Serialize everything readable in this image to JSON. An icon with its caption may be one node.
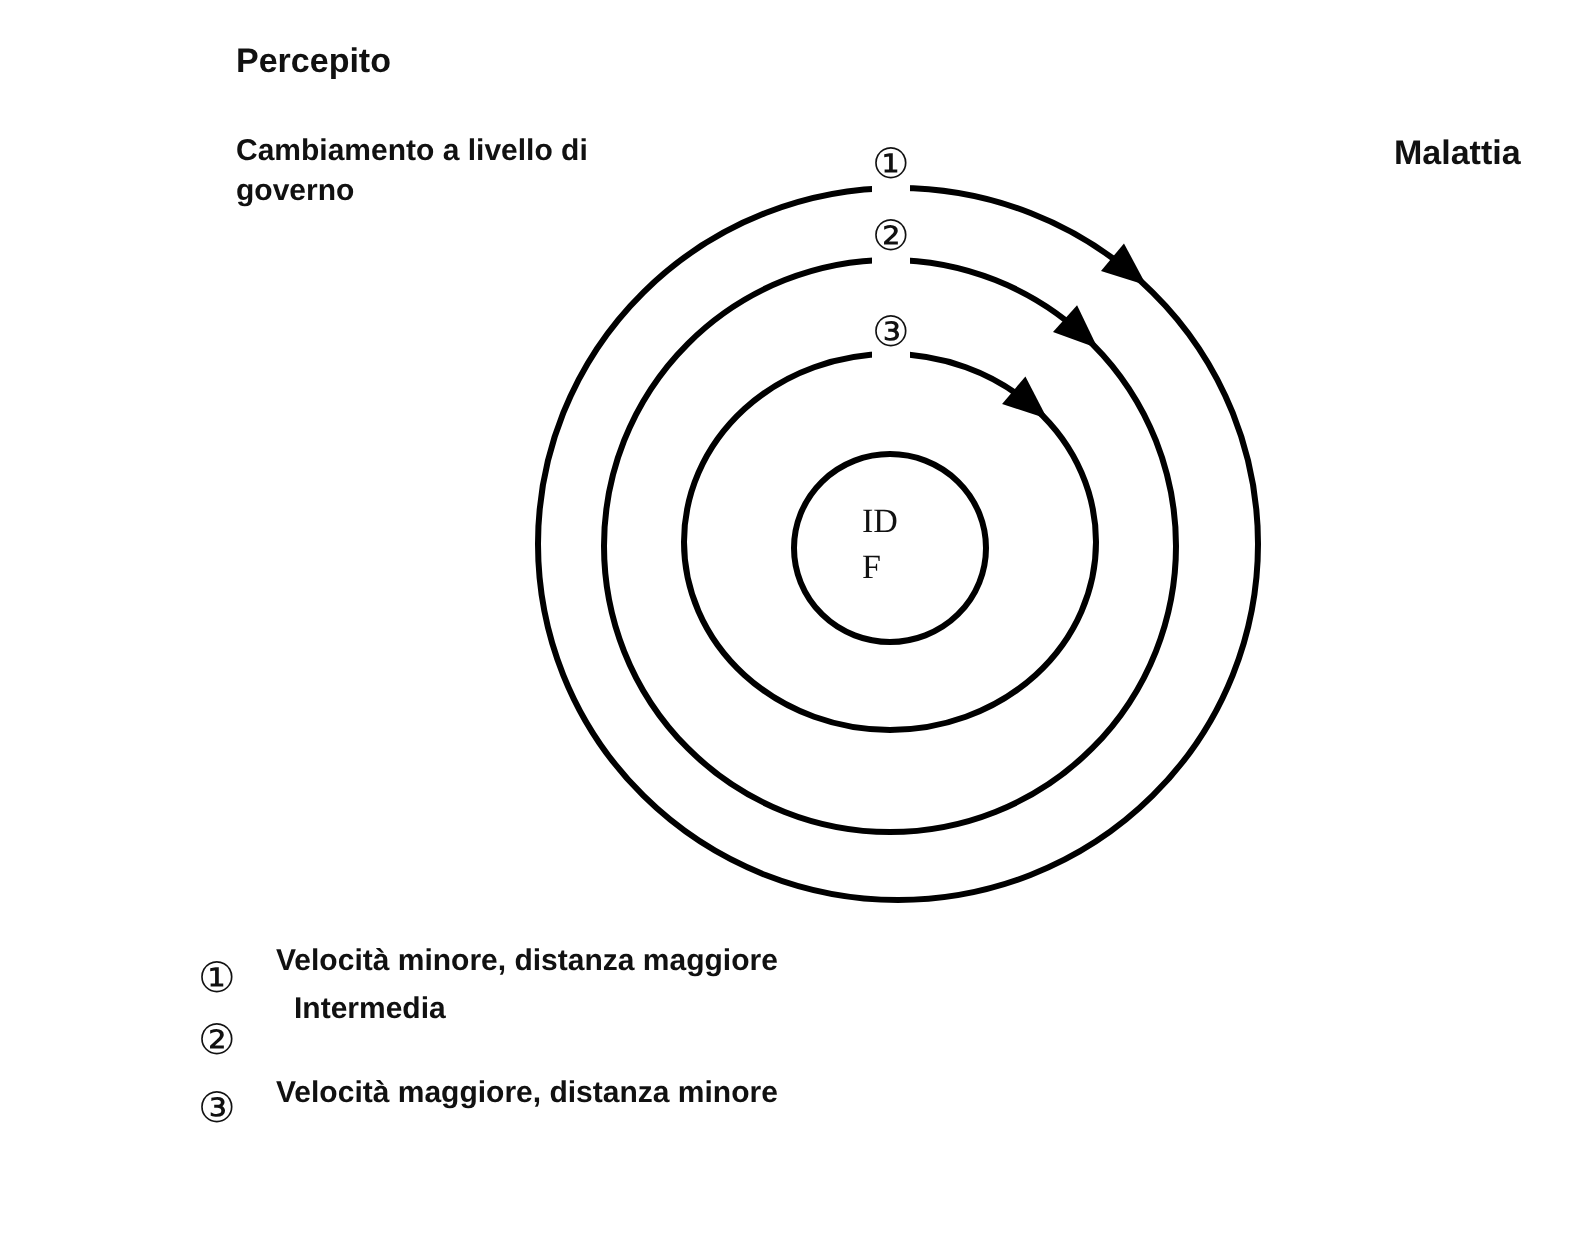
{
  "diagram": {
    "nodes": [
      {
        "text": [],
        "shape": "circle"
      },
      {
        "text": [],
        "shape": "circle",
        "in": 0
      },
      {
        "text": [],
        "shape": "circle",
        "in": 1
      },
      {
        "text": [
          "ID F"
        ],
        "in": 2
      }
    ],
    "labels": [
      "Percepito",
      "Cambiamento a livello di governo",
      "①",
      "Malattia",
      "②",
      "③",
      "①",
      "Velocità minore, distanza maggiore",
      "②",
      "Intermedia",
      "③",
      "Velocità maggiore, distanza minore"
    ]
  }
}
